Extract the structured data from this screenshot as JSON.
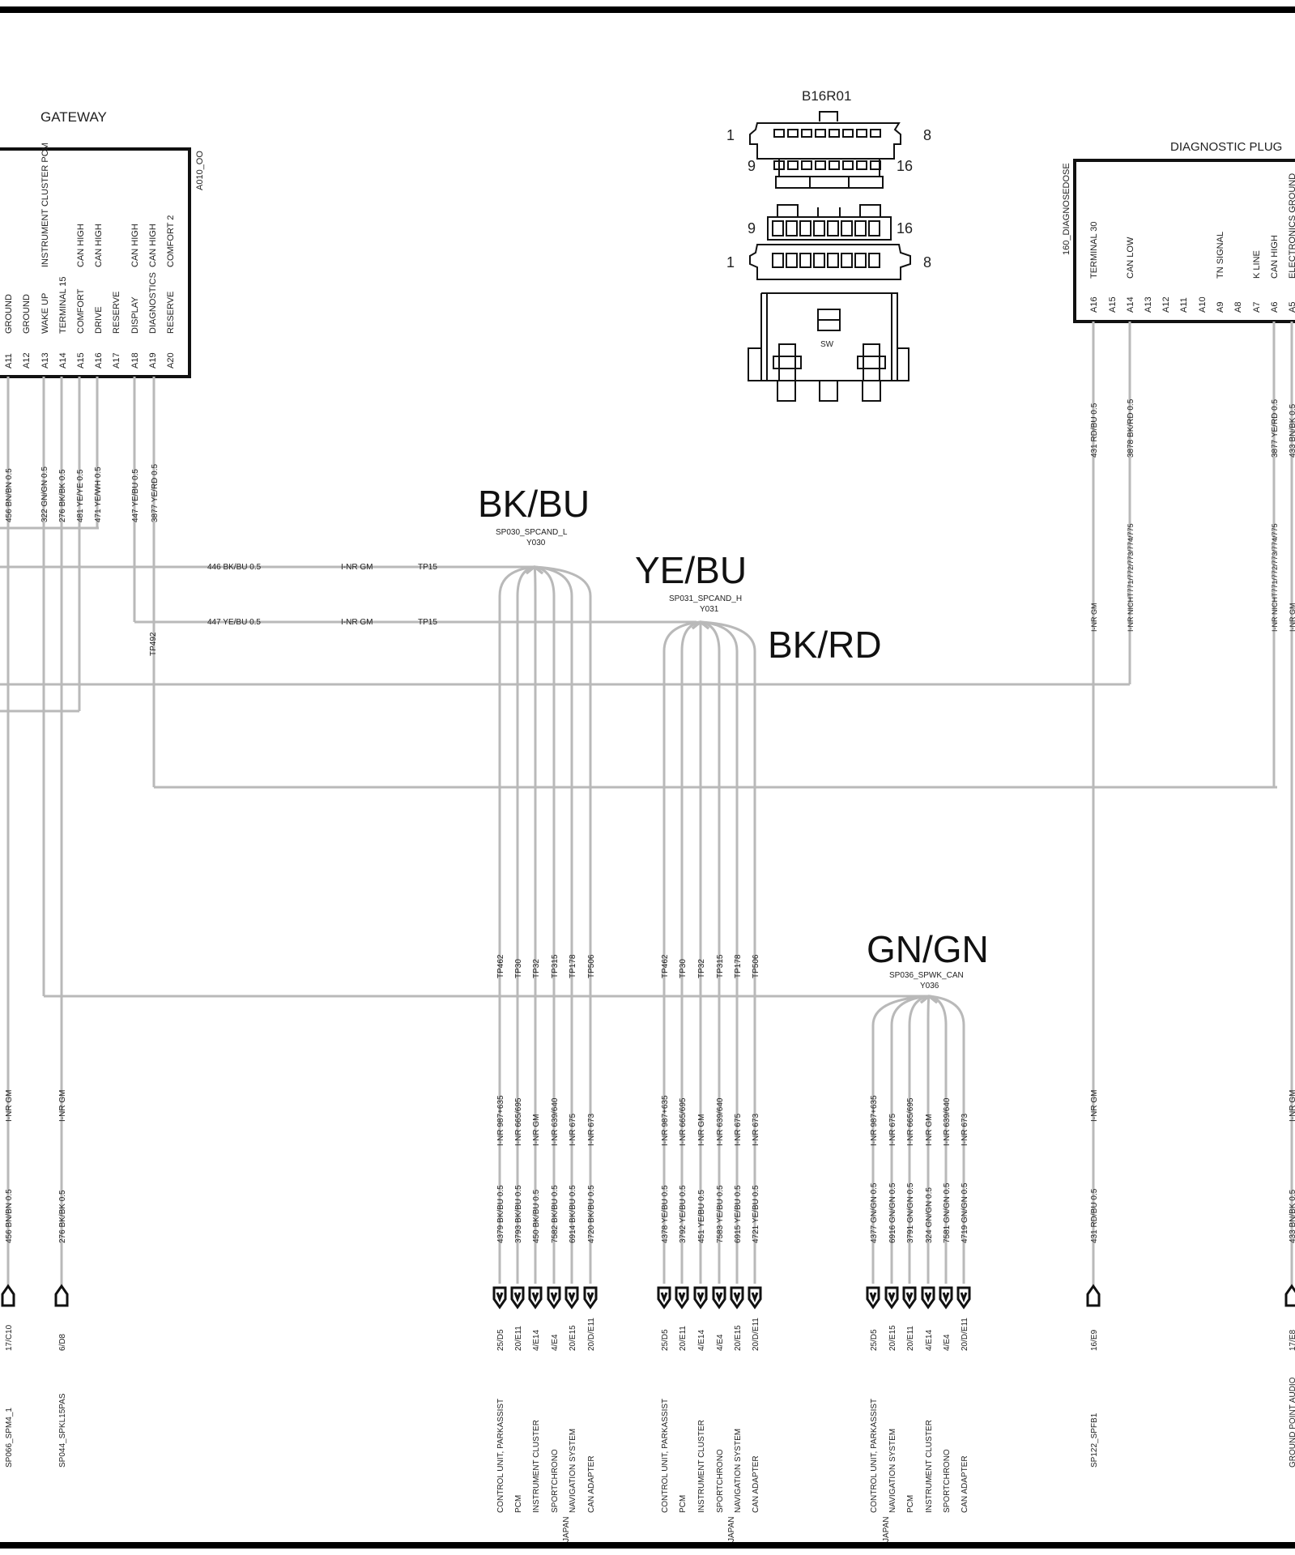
{
  "gateway": {
    "title": "GATEWAY",
    "code": "A010_OO",
    "pins": [
      {
        "pin": "A11",
        "name": "GROUND",
        "extra": ""
      },
      {
        "pin": "A12",
        "name": "GROUND",
        "extra": ""
      },
      {
        "pin": "A13",
        "name": "WAKE UP",
        "extra": "INSTRUMENT CLUSTER PCM"
      },
      {
        "pin": "A14",
        "name": "TERMINAL 15",
        "extra": ""
      },
      {
        "pin": "A15",
        "name": "COMFORT",
        "extra": "CAN HIGH"
      },
      {
        "pin": "A16",
        "name": "DRIVE",
        "extra": "CAN HIGH"
      },
      {
        "pin": "A17",
        "name": "RESERVE",
        "extra": ""
      },
      {
        "pin": "A18",
        "name": "DISPLAY",
        "extra": "CAN HIGH"
      },
      {
        "pin": "A19",
        "name": "DIAGNOSTICS",
        "extra": "CAN HIGH"
      },
      {
        "pin": "A20",
        "name": "RESERVE",
        "extra": "COMFORT 2"
      }
    ],
    "wires": [
      "456 BN/BN 0.5",
      "322 GN/GN 0.5",
      "276 BK/BK 0.5",
      "481 YE/YE 0.5",
      "471 YE/WH 0.5",
      "447 YE/BU 0.5",
      "3877 YE/RD 0.5"
    ]
  },
  "connector": {
    "title": "B16R01",
    "n1": "1",
    "n8": "8",
    "n9": "9",
    "n16": "16",
    "sw": "SW"
  },
  "diag": {
    "title": "DIAGNOSTIC PLUG",
    "code": "160_DIAGNOSEDOSE",
    "pins": [
      {
        "pin": "A16",
        "name": "TERMINAL 30"
      },
      {
        "pin": "A15",
        "name": ""
      },
      {
        "pin": "A14",
        "name": "CAN LOW"
      },
      {
        "pin": "A13",
        "name": ""
      },
      {
        "pin": "A12",
        "name": ""
      },
      {
        "pin": "A11",
        "name": ""
      },
      {
        "pin": "A10",
        "name": ""
      },
      {
        "pin": "A9",
        "name": "TN SIGNAL"
      },
      {
        "pin": "A8",
        "name": ""
      },
      {
        "pin": "A7",
        "name": "K LINE"
      },
      {
        "pin": "A6",
        "name": "CAN HIGH"
      },
      {
        "pin": "A5",
        "name": "ELECTRONICS GROUND"
      }
    ],
    "wires": [
      "431 RD/BU 0.5",
      "3878 BK/RD 0.5",
      "3877 YE/RD 0.5",
      "433 BN/BK 0.5"
    ],
    "notes": [
      "I-NR GM",
      "I-NR NICHT771/772/773/774/775",
      "I-NR NICHT771/772/773/774/775",
      "I-NR GM"
    ]
  },
  "hlines": {
    "w1": "446 BK/BU 0.5",
    "w1_opt": "I-NR GM",
    "w1_tp": "TP15",
    "w2": "447 YE/BU 0.5",
    "w2_opt": "I-NR GM",
    "w2_tp": "TP15",
    "tp492": "TP492"
  },
  "splices": [
    {
      "color": "BK/BU",
      "name": "SP030_SPCAND_L",
      "code": "Y030",
      "tps": [
        "TP462",
        "TP30",
        "TP32",
        "TP315",
        "TP178",
        "TP506"
      ],
      "opts": [
        "I-NR 987+635",
        "I-NR 665/695",
        "I-NR GM",
        "I-NR 639/640",
        "I-NR 675",
        "I-NR 673"
      ],
      "wires": [
        "4379 BK/BU 0.5",
        "3793 BK/BU 0.5",
        "450 BK/BU 0.5",
        "7582 BK/BU 0.5",
        "6914 BK/BU 0.5",
        "4720 BK/BU 0.5"
      ],
      "refs": [
        "25/D5",
        "20/E11",
        "4/E14",
        "4/E4",
        "20/E15",
        "20/D/E11"
      ],
      "targets": [
        "CONTROL UNIT, PARKASSIST",
        "PCM",
        "INSTRUMENT CLUSTER",
        "SPORTCHRONO",
        "NAVIGATION SYSTEM",
        "CAN ADAPTER"
      ],
      "japan": "JAPAN"
    },
    {
      "color": "YE/BU",
      "name": "SP031_SPCAND_H",
      "code": "Y031",
      "tps": [
        "TP462",
        "TP30",
        "TP32",
        "TP315",
        "TP178",
        "TP506"
      ],
      "opts": [
        "I-NR 987+635",
        "I-NR 665/695",
        "I-NR GM",
        "I-NR 639/640",
        "I-NR 675",
        "I-NR 673"
      ],
      "wires": [
        "4378 YE/BU 0.5",
        "3792 YE/BU 0.5",
        "451 YE/BU 0.5",
        "7583 YE/BU 0.5",
        "6915 YE/BU 0.5",
        "4721 YE/BU 0.5"
      ],
      "refs": [
        "25/D5",
        "20/E11",
        "4/E14",
        "4/E4",
        "20/E15",
        "20/D/E11"
      ],
      "targets": [
        "CONTROL UNIT, PARKASSIST",
        "PCM",
        "INSTRUMENT CLUSTER",
        "SPORTCHRONO",
        "NAVIGATION SYSTEM",
        "CAN ADAPTER"
      ],
      "japan": "JAPAN"
    },
    {
      "color": "GN/GN",
      "name": "SP036_SPWK_CAN",
      "code": "Y036",
      "tps": [],
      "opts": [
        "I-NR 987+635",
        "I-NR 675",
        "I-NR 665/695",
        "I-NR GM",
        "I-NR 639/640",
        "I-NR 673"
      ],
      "wires": [
        "4377 GN/GN 0.5",
        "6916 GN/GN 0.5",
        "3791 GN/GN 0.5",
        "324 GN/GN 0.5",
        "7581 GN/GN 0.5",
        "4719 GN/GN 0.5"
      ],
      "refs": [
        "25/D5",
        "20/E15",
        "20/E11",
        "4/E14",
        "4/E4",
        "20/D/E11"
      ],
      "targets": [
        "CONTROL UNIT, PARKASSIST",
        "NAVIGATION SYSTEM",
        "PCM",
        "INSTRUMENT CLUSTER",
        "SPORTCHRONO",
        "CAN ADAPTER"
      ],
      "japan": "JAPAN"
    }
  ],
  "bkrd": "BK/RD",
  "bottom_left": [
    {
      "opt": "I-NR GM",
      "wire": "456 BN/BN 0.5",
      "ref": "17/C10",
      "target": "SP066_SPM4_1"
    },
    {
      "opt": "I-NR GM",
      "wire": "276 BK/BK 0.5",
      "ref": "6/D8",
      "target": "SP044_SPKL15PAS"
    }
  ],
  "bottom_right": [
    {
      "opt": "I-NR GM",
      "wire": "431 RD/BU 0.5",
      "ref": "16/E9",
      "target": "SP122_SPFB1"
    },
    {
      "opt": "I-NR GM",
      "wire": "433 BN/BK 0.5",
      "ref": "17/E8",
      "target": "GROUND POINT AUDIO"
    }
  ]
}
